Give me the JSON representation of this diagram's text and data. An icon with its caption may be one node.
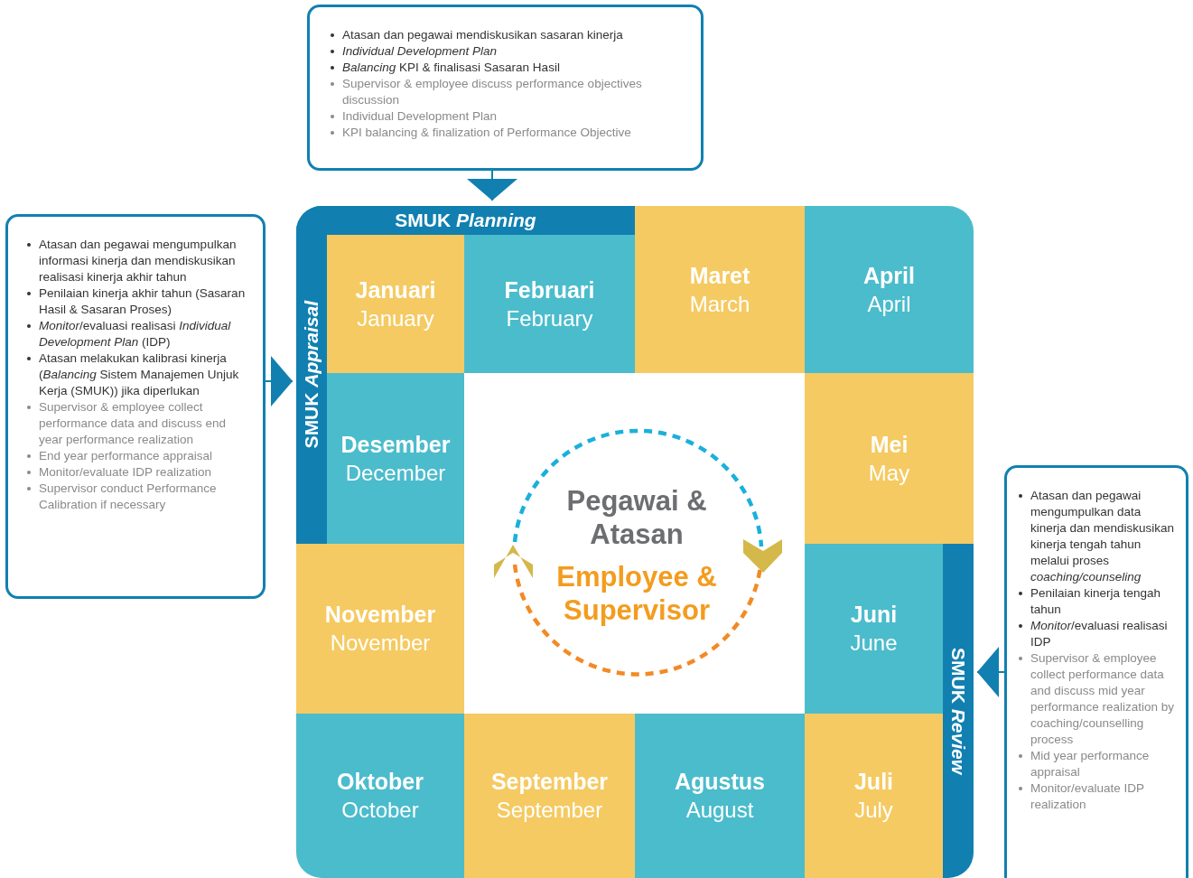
{
  "diagram": {
    "nodes": [
      {
        "text": [
          "Atasan dan pegawai mendiskusikan sasaran kinerja",
          "*Individual Development Plan*",
          "*Balancing* KPI & finalisasi Sasaran Hasil",
          "Supervisor & employee discuss performance objectives discussion",
          "Individual Development Plan",
          "KPI balancing & finalization of Performance Objective"
        ]
      },
      {
        "text": [
          "SMUK *Planning*"
        ]
      },
      {
        "text": [
          "Atasan dan pegawai mengumpulkan informasi kinerja dan mendiskusikan realisasi kinerja akhir tahun",
          "Penilaian kinerja akhir tahun (Sasaran Hasil & Sasaran Proses)",
          "*Monitor*/evaluasi realisasi *Individual Development Plan* (IDP)",
          "Atasan melakukan kalibrasi kinerja (*Balancing* Sistem Manajemen Unjuk Kerja (SMUK)) jika diperlukan",
          "Supervisor & employee collect performance data and discuss end year performance realization",
          "End year performance appraisal",
          "Monitor/evaluate IDP realization",
          "Supervisor conduct Performance Calibration if necessary"
        ]
      },
      {
        "text": [
          "SMUK *Appraisal*"
        ]
      },
      {
        "text": [
          "Januari",
          "January"
        ]
      },
      {
        "text": [
          "Februari",
          "February"
        ]
      },
      {
        "text": [
          "Maret",
          "March"
        ]
      },
      {
        "text": [
          "April",
          "April"
        ]
      },
      {
        "text": [
          "Desember",
          "December"
        ]
      },
      {
        "text": [
          "Mei",
          "May"
        ]
      },
      {
        "text": [
          "Pegawai & Atasan",
          "Employee & Supervisor"
        ]
      },
      {
        "text": [
          "November",
          "November"
        ]
      },
      {
        "text": [
          "Juni",
          "June"
        ]
      },
      {
        "text": [
          "SMUK *Review*"
        ]
      },
      {
        "text": [
          "Atasan dan pegawai mengumpulkan data kinerja dan mendiskusikan kinerja tengah tahun melalui proses *coaching/counseling*",
          "Penilaian kinerja tengah tahun",
          "*Monitor*/evaluasi realisasi IDP",
          "Supervisor & employee collect performance data and discuss mid year performance realization by coaching/counselling process",
          "Mid year performance appraisal",
          "Monitor/evaluate IDP realization"
        ]
      },
      {
        "text": [
          "Oktober",
          "October"
        ]
      },
      {
        "text": [
          "September",
          "September"
        ]
      },
      {
        "text": [
          "Agustus",
          "August"
        ]
      },
      {
        "text": [
          "Juli",
          "July"
        ]
      }
    ],
    "edges": [
      {
        "from": 0,
        "to": 1,
        "arrow": "to"
      },
      {
        "from": 2,
        "to": 3,
        "arrow": "to"
      },
      {
        "from": 14,
        "to": 13,
        "arrow": "to"
      }
    ]
  }
}
